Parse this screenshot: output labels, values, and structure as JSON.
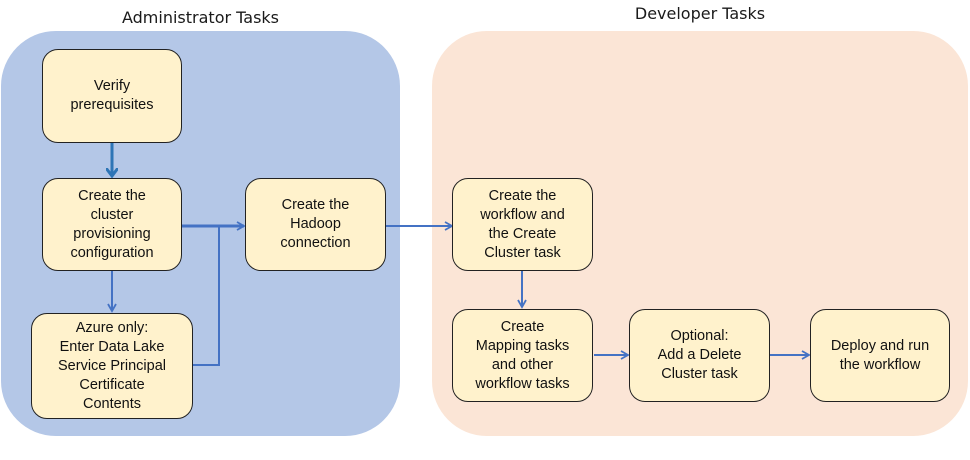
{
  "lanes": {
    "admin": {
      "title": "Administrator Tasks"
    },
    "developer": {
      "title": "Developer Tasks"
    }
  },
  "steps": {
    "verify": "Verify\nprerequisites",
    "cluster_config": "Create the\ncluster\nprovisioning\nconfiguration",
    "azure": "Azure only:\nEnter Data Lake\nService Principal\nCertificate\nContents",
    "hadoop": "Create the\nHadoop\nconnection",
    "workflow": "Create the\nworkflow and\nthe Create\nCluster task",
    "mapping": "Create\nMapping tasks\nand other\nworkflow tasks",
    "delete": "Optional:\nAdd a Delete\nCluster task",
    "deploy": "Deploy and run\nthe workflow"
  },
  "colors": {
    "admin_lane": "#b4c7e7",
    "developer_lane": "#fbe5d6",
    "step_fill": "#fff2cc",
    "arrow": "#4472c4"
  }
}
